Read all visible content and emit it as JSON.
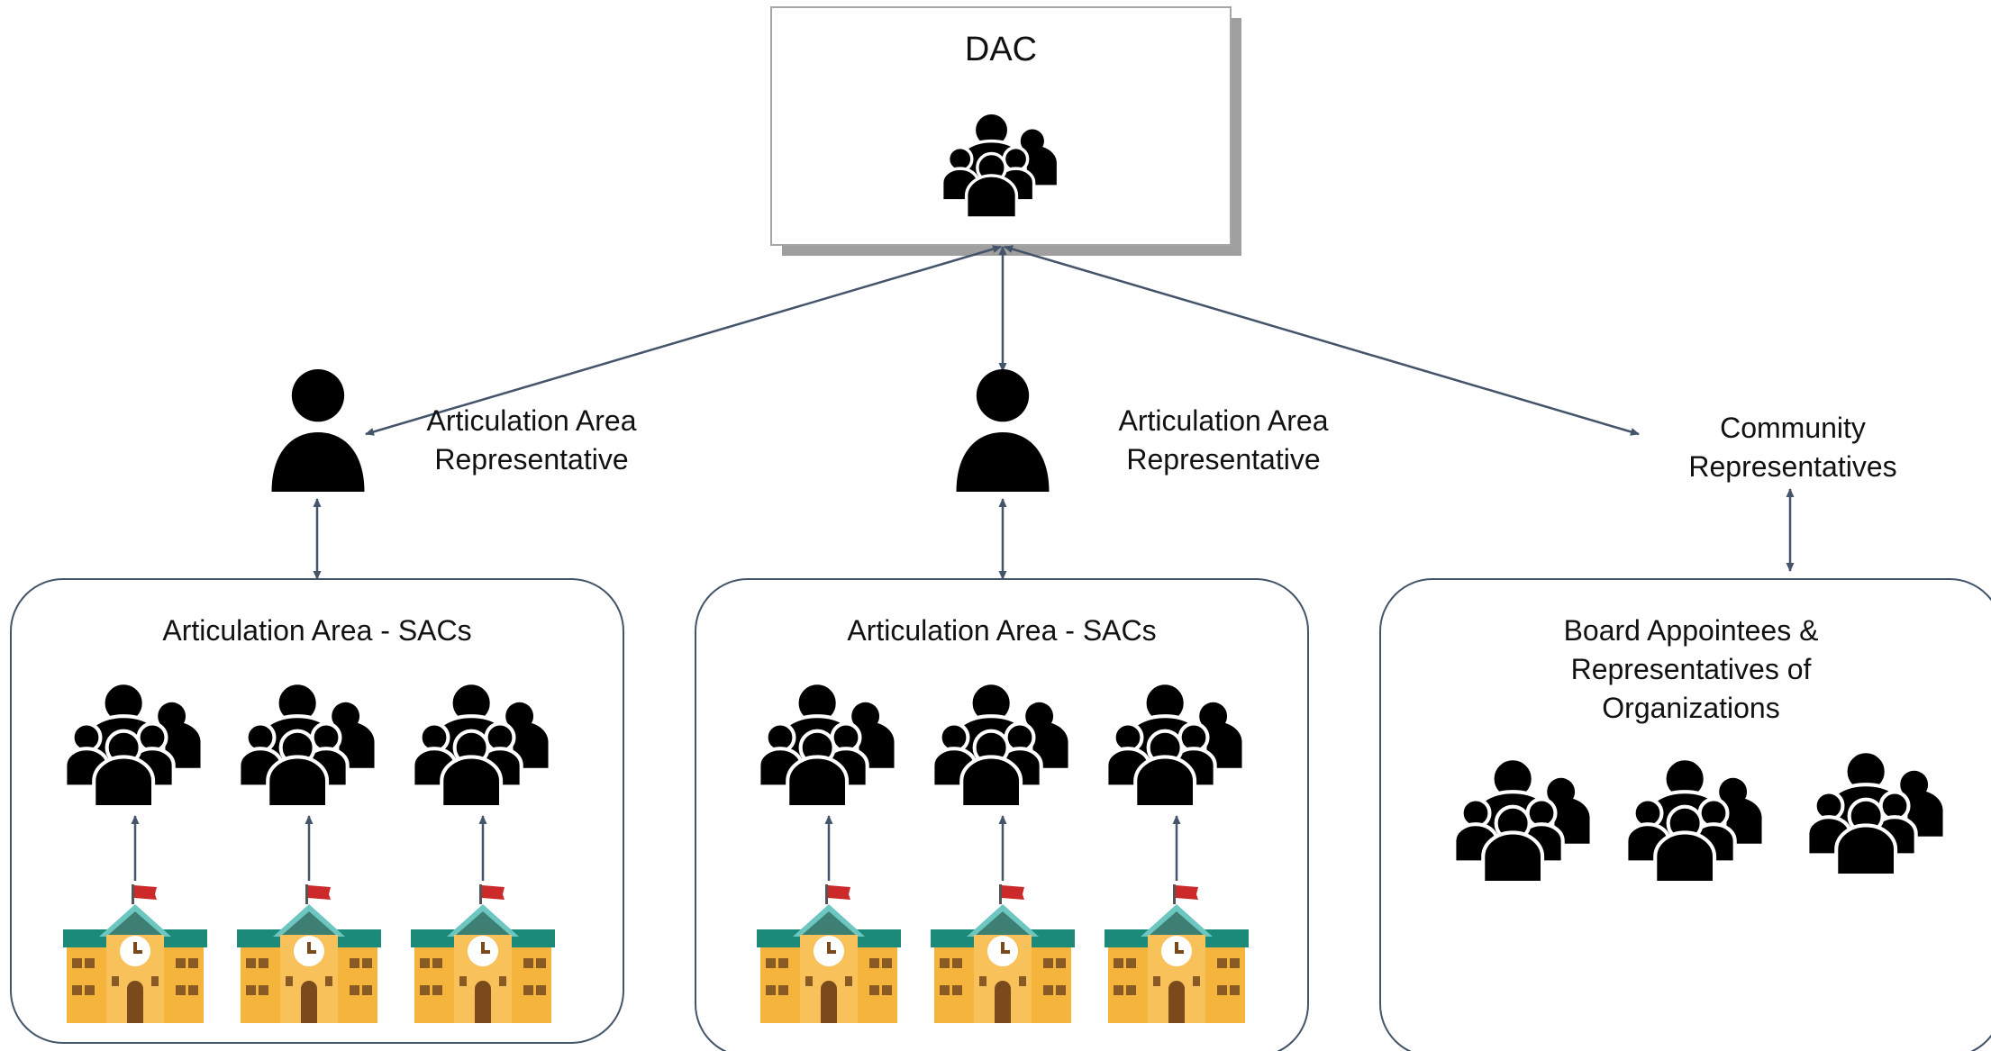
{
  "colors": {
    "connector": "#44546a",
    "ink": "#000000",
    "box_border": "#44546a",
    "dac_shadow": "#7f7f7f",
    "school_wall": "#f5b43b",
    "school_roof": "#1b8a78",
    "school_pediment": "#6ec6c0",
    "school_trim": "#3d7f73",
    "school_window": "#8a5a24",
    "school_door": "#7a4a1d",
    "flag": "#cc2a2a"
  },
  "icons": {
    "group": "group-of-people-icon",
    "person": "person-icon",
    "school": "school-building-icon"
  },
  "dac": {
    "title": "DAC"
  },
  "representatives": [
    {
      "label_lines": [
        "Articulation Area",
        "Representative"
      ]
    },
    {
      "label_lines": [
        "Articulation Area",
        "Representative"
      ]
    },
    {
      "label_lines": [
        "Community",
        "Representatives"
      ]
    }
  ],
  "boxes": [
    {
      "title_lines": [
        "Articulation Area - SACs"
      ]
    },
    {
      "title_lines": [
        "Articulation Area - SACs"
      ]
    },
    {
      "title_lines": [
        "Board Appointees &",
        "Representatives of",
        "Organizations"
      ]
    }
  ]
}
